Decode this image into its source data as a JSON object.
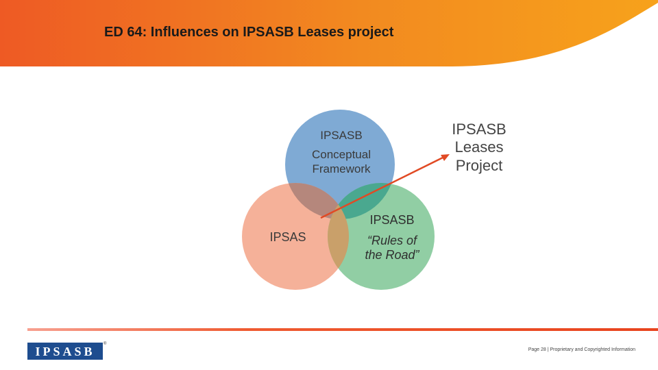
{
  "slide": {
    "title": "ED 64: Influences on IPSASB Leases project"
  },
  "colors": {
    "banner_start": "#ee5a24",
    "banner_end": "#f7a21b",
    "circle_framework": "#7faad4",
    "circle_ipsas": "#f4a98e",
    "circle_rules": "#85c99a",
    "arrow": "#e14a24"
  },
  "diagram": {
    "framework_label": [
      "IPSASB",
      "Conceptual",
      "Framework"
    ],
    "ipsas_label": "IPSAS",
    "rules_label": [
      "IPSASB",
      "“Rules of",
      "the Road”"
    ],
    "target_label": [
      "IPSASB",
      "Leases",
      "Project"
    ]
  },
  "footer": {
    "logo_text": "IPSASB",
    "logo_mark": "®",
    "page_info": "Page 28 | Proprietary and Copyrighted Information"
  }
}
